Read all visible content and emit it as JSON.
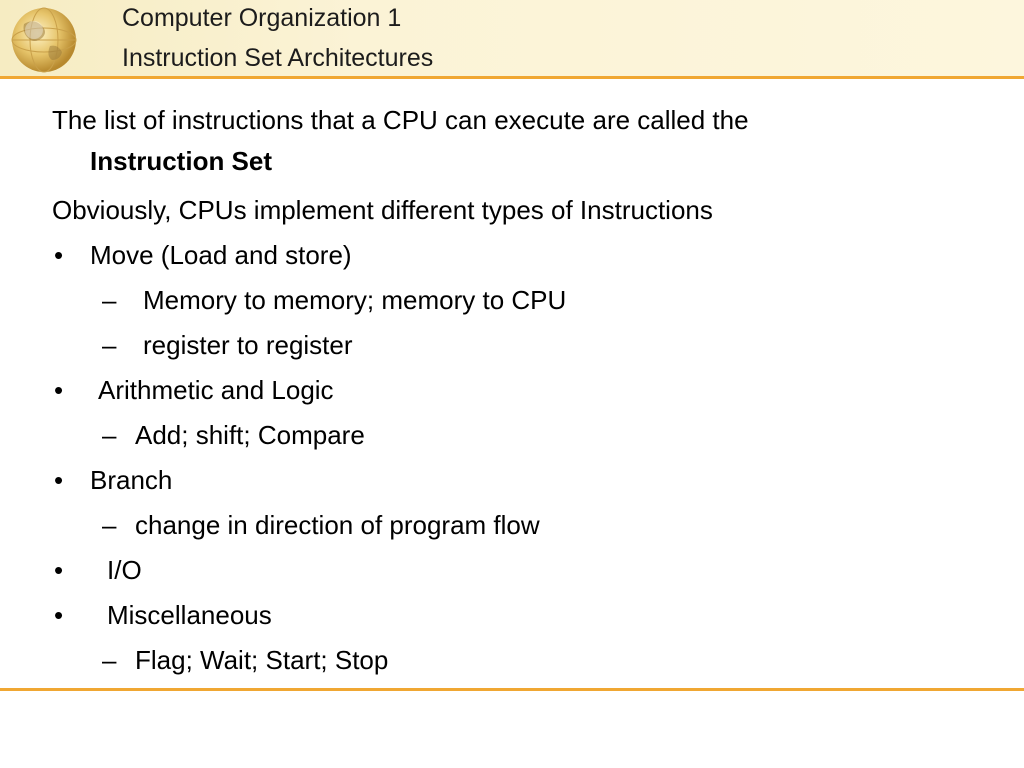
{
  "header": {
    "title_line_1": "Computer Organization 1",
    "title_line_2": "Instruction Set Architectures",
    "logo_icon": "globe-icon"
  },
  "content": {
    "intro_line_1": "The list of instructions that a CPU can execute are called the",
    "intro_line_2": "Instruction Set",
    "statement": "Obviously, CPUs implement different types of Instructions",
    "bullet_glyph": "•",
    "dash_glyph": "–",
    "items": [
      {
        "label": "Move (Load and store)",
        "subitems": [
          "Memory to memory; memory to CPU",
          "register to register"
        ]
      },
      {
        "label": "Arithmetic and Logic",
        "subitems": [
          "Add; shift; Compare"
        ]
      },
      {
        "label": "Branch",
        "subitems": [
          "change in direction of program flow"
        ]
      },
      {
        "label": "I/O",
        "subitems": []
      },
      {
        "label": "Miscellaneous",
        "subitems": [
          "Flag; Wait; Start; Stop"
        ]
      }
    ]
  },
  "colors": {
    "accent_rule": "#f0a733",
    "header_background": "#fbf3d6"
  }
}
